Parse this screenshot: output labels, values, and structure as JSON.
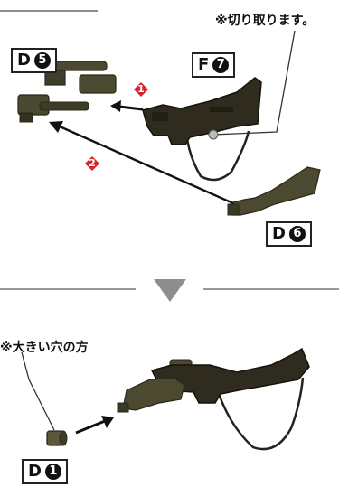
{
  "notes": {
    "cut_off": "※切り取ります。",
    "big_hole_side": "※大きい穴の方"
  },
  "labels": {
    "d5": {
      "letter": "D",
      "num": "5"
    },
    "f7": {
      "letter": "F",
      "num": "7"
    },
    "d6": {
      "letter": "D",
      "num": "6"
    },
    "d1": {
      "letter": "D",
      "num": "1"
    }
  },
  "steps": [
    "1",
    "2"
  ],
  "colors": {
    "part_olive": "#4b4a30",
    "part_dark": "#2f2b1e",
    "step_red": "#d8252a",
    "divider_arrow": "#8e8e8e"
  }
}
